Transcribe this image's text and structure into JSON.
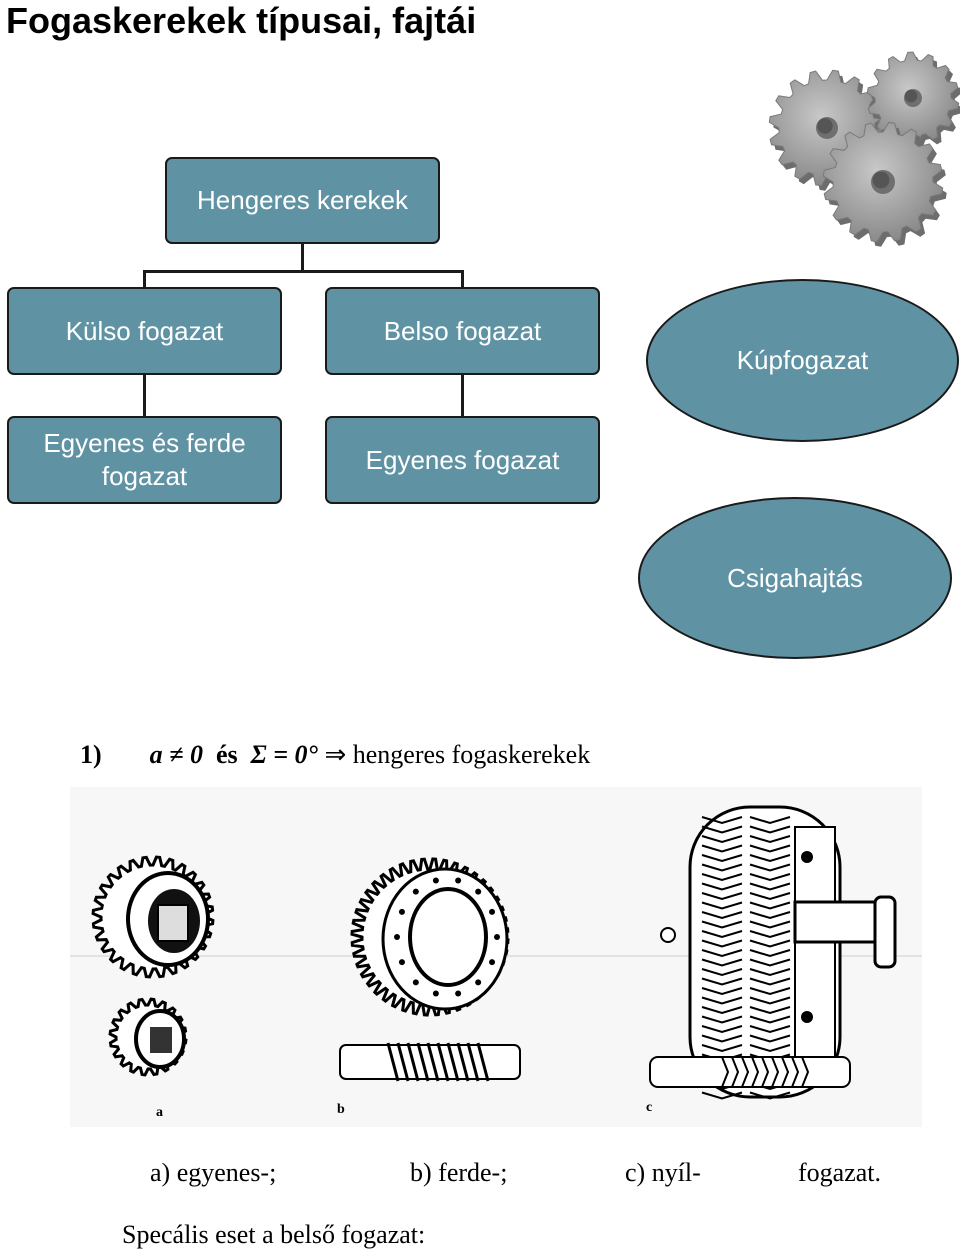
{
  "title": "Fogaskerekek típusai, fajtái",
  "tree": {
    "root": "Hengeres kerekek",
    "left": "Külso fogazat",
    "middle": "Belso fogazat",
    "left_child": "Egyenes és ferde fogazat",
    "middle_child": "Egyenes fogazat",
    "oval_top": "Kúpfogazat",
    "oval_bottom": "Csigahajtás"
  },
  "formula": {
    "number": "1)",
    "a_part": "a ≠ 0",
    "es": "és",
    "sigma_part": "Σ = 0°",
    "arrow": "⇒",
    "result": "hengeres fogaskerekek"
  },
  "figure": {
    "label_a": "a",
    "label_b": "b",
    "label_c": "c"
  },
  "captions": {
    "a": "a) egyenes-;",
    "b": "b) ferde-;",
    "c": "c) nyíl-",
    "suffix": "fogazat."
  },
  "special_case": "Specális eset a belső fogazat:",
  "colors": {
    "box_fill": "#5f93a4",
    "gear_gray": "#9a9a9a"
  }
}
